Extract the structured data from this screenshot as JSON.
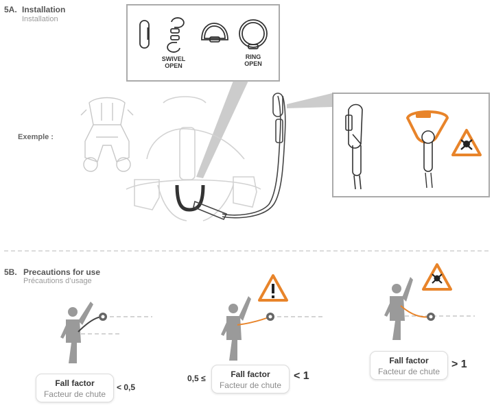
{
  "section_a": {
    "number": "5A.",
    "title": "Installation",
    "subtitle": "Installation"
  },
  "example_label": "Exemple :",
  "connectors": {
    "swivel": "SWIVEL\nOPEN",
    "ring": "RING\nOPEN"
  },
  "section_b": {
    "number": "5B.",
    "title": "Precautions for use",
    "subtitle": "Précautions d’usage"
  },
  "fall_factor": {
    "title": "Fall factor",
    "subtitle": "Facteur de chute",
    "cases": [
      {
        "prefix": "",
        "value": "< 0,5"
      },
      {
        "prefix": "0,5 ≤",
        "value": "< 1"
      },
      {
        "prefix": "",
        "value": "> 1"
      }
    ]
  },
  "colors": {
    "accent": "#e8842a",
    "gray": "#9a9a9a",
    "dark": "#555555"
  },
  "icons": [
    "warning-icon",
    "danger-skull-icon"
  ]
}
